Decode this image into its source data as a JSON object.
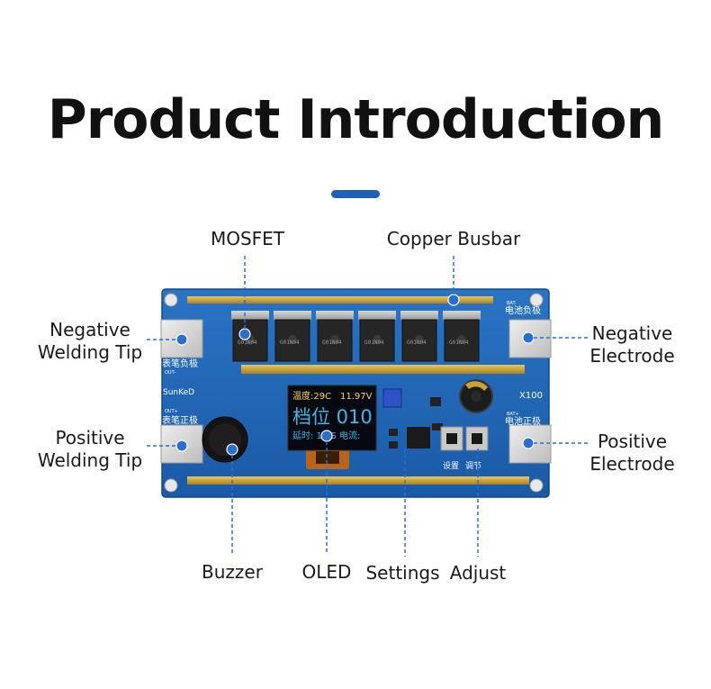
{
  "title": "Product Introduction",
  "labels": {
    "mosfet": "MOSFET",
    "copper_busbar": "Copper Busbar",
    "negative_welding_tip_1": "Negative",
    "negative_welding_tip_2": "Welding Tip",
    "positive_welding_tip_1": "Positive",
    "positive_welding_tip_2": "Welding Tip",
    "negative_electrode_1": "Negative",
    "negative_electrode_2": "Electrode",
    "positive_electrode_1": "Positive",
    "positive_electrode_2": "Electrode",
    "buzzer": "Buzzer",
    "oled": "OLED",
    "settings": "Settings",
    "adjust": "Adjust"
  },
  "board": {
    "brand": "SunKeD",
    "model": "X100",
    "mosfet_marking": "G01N04",
    "silk_pen_negative": "表笔负极",
    "silk_pen_negative_tag": "OUT-",
    "silk_pen_positive": "表笔正极",
    "silk_pen_positive_tag": "OUT+",
    "silk_bat_negative": "电池负极",
    "silk_bat_negative_tag": "BAT-",
    "silk_bat_positive": "电池正极",
    "silk_bat_positive_tag": "BAT+",
    "silk_set": "设置",
    "silk_adjust": "调节"
  },
  "oled": {
    "line1_temp": "温度:29C",
    "line1_voltage": "11.97V",
    "line2": "档位 010",
    "line3": "延时: 1.0S 电流:"
  },
  "colors": {
    "accent": "#1f5fb8",
    "pcb": "#1d66b8",
    "copper": "#c9a43a",
    "oled_text": "#3fb6e8",
    "leader": "#2a6fd0"
  }
}
